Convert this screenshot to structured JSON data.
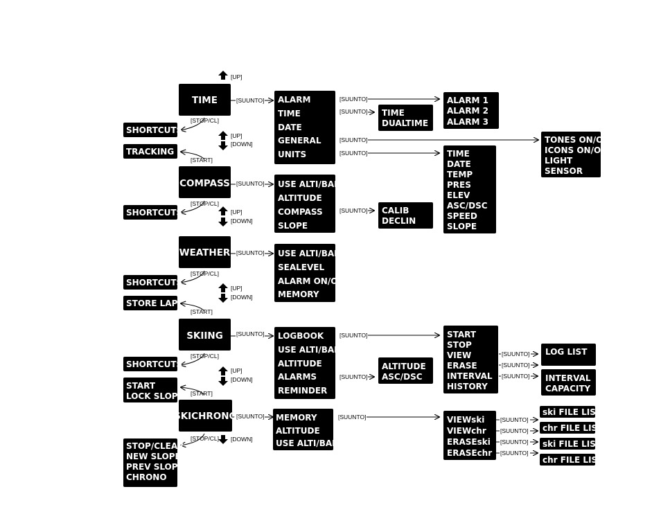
{
  "modes": {
    "time": "TIME",
    "compass": "COMPASS",
    "weather": "WEATHER",
    "skiing": "SKIING",
    "skichrono": "SKICHRONO"
  },
  "labels": {
    "up": "[UP]",
    "down": "[DOWN]",
    "suunto": "[SUUNTO]",
    "stop_cl": "[STOP/CL]",
    "start": "[START]"
  },
  "left_boxes": {
    "time_shortcuts": "SHORTCUTS",
    "tracking": "TRACKING",
    "compass_shortcuts": "SHORTCUTS",
    "weather_shortcuts": "SHORTCUTS",
    "store_lap": "STORE LAP",
    "skiing_shortcuts": "SHORTCUTS",
    "start_lock_slope": [
      "START",
      "LOCK SLOPE"
    ],
    "skichrono_stop": [
      "STOP/CLEAR",
      "NEW SLOPE",
      "PREV SLOPE",
      "CHRONO"
    ]
  },
  "menus": {
    "time": [
      "ALARM",
      "TIME",
      "DATE",
      "GENERAL",
      "UNITS"
    ],
    "compass": [
      "USE ALTI/BARO",
      "ALTITUDE",
      "COMPASS",
      "SLOPE"
    ],
    "weather": [
      "USE ALTI/BARO",
      "SEALEVEL",
      "ALARM ON/OFF",
      "MEMORY"
    ],
    "skiing": [
      "LOGBOOK",
      "USE ALTI/BARO",
      "ALTITUDE",
      "ALARMS",
      "REMINDER"
    ],
    "skichrono": [
      "MEMORY",
      "ALTITUDE",
      "USE ALTI/BARO"
    ]
  },
  "submenus": {
    "alarms": [
      "ALARM 1",
      "ALARM  2",
      "ALARM 3"
    ],
    "time_dualtime": [
      "TIME",
      "DUALTIME"
    ],
    "general": [
      "TONES ON/OFF",
      "ICONS ON/OFF",
      "LIGHT",
      "SENSOR"
    ],
    "units": [
      "TIME",
      "DATE",
      "TEMP",
      "PRES",
      "ELEV",
      "ASC/DSC",
      "SPEED",
      "SLOPE"
    ],
    "compass": [
      "CALIB",
      "DECLIN"
    ],
    "logbook": [
      "START",
      "STOP",
      "VIEW",
      "ERASE",
      "INTERVAL",
      "HISTORY"
    ],
    "log_list": "LOG LIST",
    "interval": [
      "INTERVAL",
      "CAPACITY"
    ],
    "skiing_alarms": [
      "ALTITUDE",
      "ASC/DSC"
    ],
    "memory": [
      "VIEWski",
      "VIEWchr",
      "ERASEski",
      "ERASEchr"
    ],
    "file_lists": [
      "ski FILE LIST",
      "chr FILE LIST",
      "ski FILE LIST",
      "chr FILE LIST"
    ]
  }
}
